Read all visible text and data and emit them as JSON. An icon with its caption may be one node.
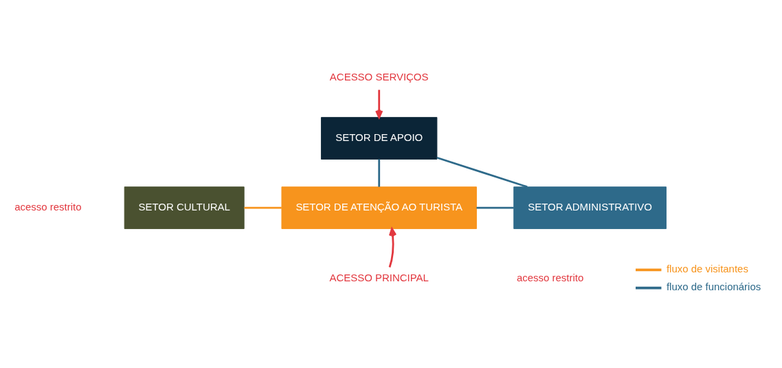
{
  "diagram": {
    "nodes": [
      {
        "text": [
          "ACESSO SERVIÇOS"
        ]
      },
      {
        "text": [
          "SETOR DE APOIO"
        ]
      },
      {
        "text": [
          "SETOR CULTURAL"
        ]
      },
      {
        "text": [
          "SETOR DE ATENÇÃO AO TURISTA"
        ]
      },
      {
        "text": [
          "SETOR ADMINISTRATIVO"
        ]
      },
      {
        "text": [
          "ACESSO PRINCIPAL"
        ]
      }
    ],
    "edges": [
      {
        "from": 0,
        "to": 1,
        "arrow": "to",
        "color": "#e2383f"
      },
      {
        "from": 1,
        "to": 3,
        "arrow": "none"
      },
      {
        "from": 1,
        "to": 4,
        "arrow": "none"
      },
      {
        "from": 2,
        "to": 3,
        "arrow": "none",
        "color": "#f7941d"
      },
      {
        "from": 3,
        "to": 4,
        "arrow": "none"
      },
      {
        "from": 5,
        "to": 3,
        "arrow": "to",
        "color": "#e2383f"
      }
    ],
    "labels": [
      "acesso restrito",
      "acesso restrito"
    ],
    "legend": [
      {
        "text": "fluxo de visitantes",
        "color": "#f7941d"
      },
      {
        "text": "fluxo de funcionários",
        "color": "#2e6a8a"
      }
    ]
  }
}
